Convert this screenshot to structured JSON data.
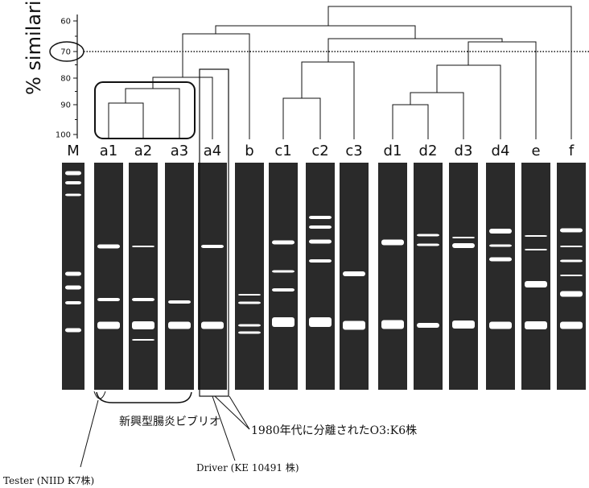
{
  "y_axis": {
    "label": "% similarity",
    "ticks": [
      "60",
      "70",
      "80",
      "90",
      "100"
    ],
    "highlight": "70"
  },
  "lanes": [
    "M",
    "a1",
    "a2",
    "a3",
    "a4",
    "b",
    "c1",
    "c2",
    "c3",
    "d1",
    "d2",
    "d3",
    "d4",
    "e",
    "f"
  ],
  "annotations": {
    "emerging_group": "新興型腸炎ビブリオ",
    "old_strain": "1980年代に分離されたO3:K6株",
    "driver": "Driver (KE 10491 株)",
    "tester": "Tester (NIID K7株)"
  },
  "colors": {
    "gel": "#2a2a2a",
    "band": "#ffffff",
    "ink": "#111111"
  }
}
